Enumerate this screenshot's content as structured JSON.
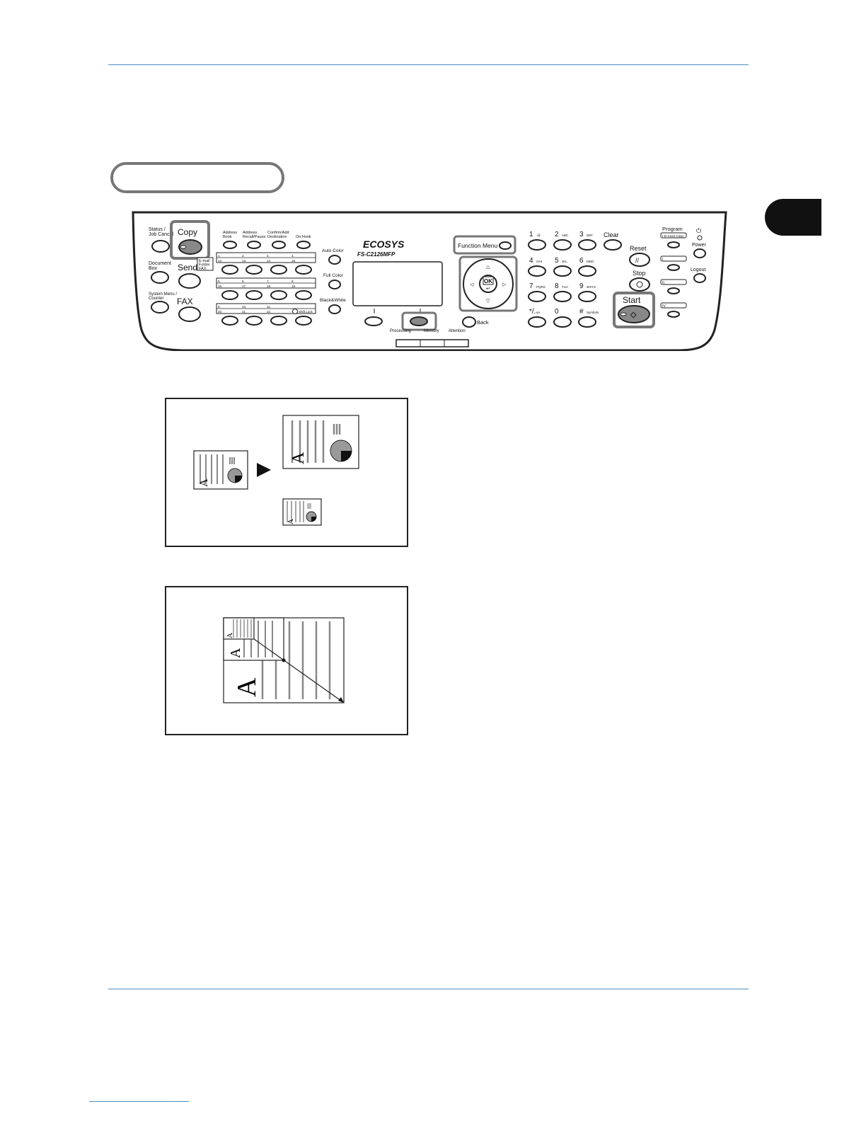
{
  "panel": {
    "status_job_cancel": "Status /\nJob Cancel",
    "copy": "Copy",
    "document_box": "Document\nBox",
    "send": "Send",
    "send_sub": "E-mail\nFolder\nFAX",
    "system_menu_counter": "System Menu /\nCounter",
    "fax": "FAX",
    "address_book": "Address\nBook",
    "address_recall": "Address\nRecall/Pause",
    "confirm_add": "Confirm/Add\nDestination",
    "on_hook": "On Hook",
    "one_touch_row1": [
      "1.",
      "2.",
      "3.",
      "4."
    ],
    "one_touch_row1b": [
      "12.",
      "13.",
      "14.",
      "15."
    ],
    "one_touch_row2": [
      "5.",
      "6.",
      "7.",
      "8."
    ],
    "one_touch_row2b": [
      "16.",
      "17.",
      "18.",
      "19."
    ],
    "one_touch_row3": [
      "9.",
      "10.",
      "11."
    ],
    "one_touch_row3b": [
      "20.",
      "21.",
      "22."
    ],
    "shift_lock": "Shift Lock",
    "auto_color": "Auto Color",
    "full_color": "Full Color",
    "black_white": "Black&White",
    "brand": "ECOSYS",
    "model": "FS-C2126MFP",
    "function_menu": "Function Menu",
    "ok": "OK",
    "back": "Back",
    "processing": "Processing",
    "memory": "Memory",
    "attention": "Attention",
    "keys": [
      {
        "num": "1",
        "sub": ".@"
      },
      {
        "num": "2",
        "sub": "ABC"
      },
      {
        "num": "3",
        "sub": "DEF"
      },
      {
        "num": "4",
        "sub": "GHI"
      },
      {
        "num": "5",
        "sub": "JKL"
      },
      {
        "num": "6",
        "sub": "MNO"
      },
      {
        "num": "7",
        "sub": "PQRS"
      },
      {
        "num": "8",
        "sub": "TUV"
      },
      {
        "num": "9",
        "sub": "WXYZ"
      },
      {
        "num": "*/.",
        "sub": "aA"
      },
      {
        "num": "0",
        "sub": ""
      },
      {
        "num": "#",
        "sub": "Symbols"
      }
    ],
    "clear": "Clear",
    "reset": "Reset",
    "stop": "Stop",
    "start": "Start",
    "program": "Program",
    "id_card_copy": "I.D.Card Copy",
    "power": "Power",
    "logout": "Logout",
    "prog_slots": [
      "I.",
      "II.",
      "IV."
    ]
  },
  "figure1": {
    "letter": "A"
  },
  "figure2": {
    "letter": "A"
  }
}
